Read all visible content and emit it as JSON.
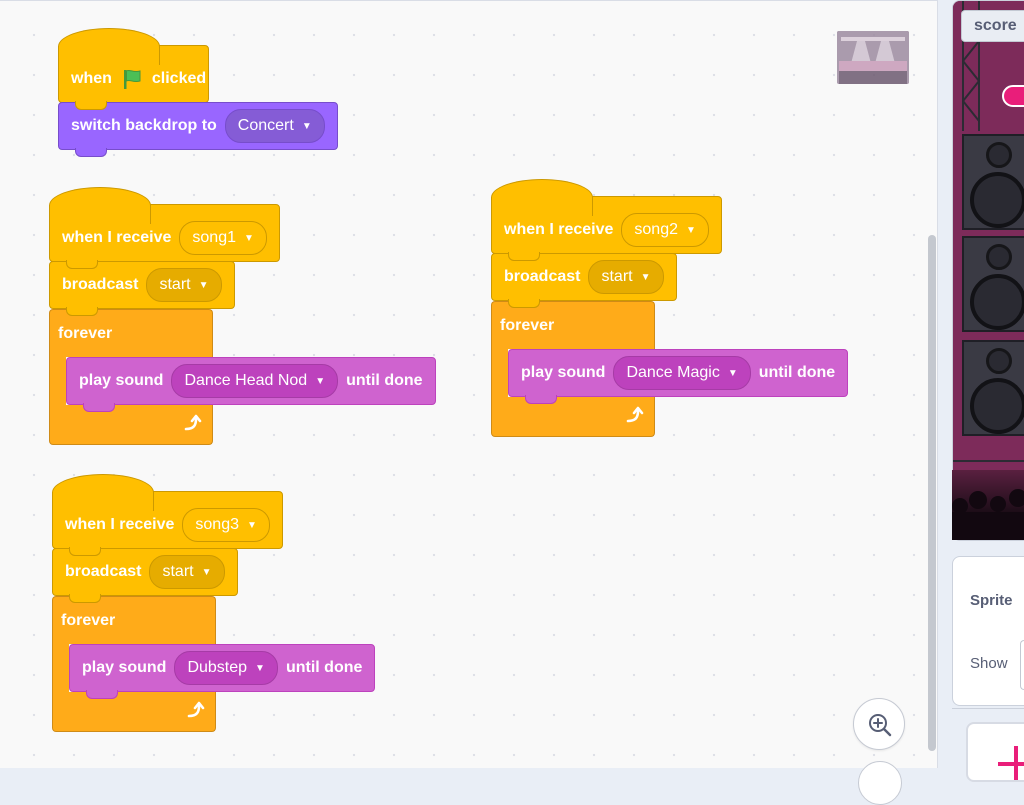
{
  "script1": {
    "hat_when": "when",
    "hat_clicked": "clicked",
    "switch_label": "switch backdrop to",
    "backdrop_value": "Concert"
  },
  "script2": {
    "receive_label": "when I receive",
    "receive_value": "song1",
    "broadcast_label": "broadcast",
    "broadcast_value": "start",
    "forever_label": "forever",
    "play_label": "play sound",
    "sound_value": "Dance Head Nod",
    "until_label": "until done"
  },
  "script3": {
    "receive_label": "when I receive",
    "receive_value": "song2",
    "broadcast_label": "broadcast",
    "broadcast_value": "start",
    "forever_label": "forever",
    "play_label": "play sound",
    "sound_value": "Dance Magic",
    "until_label": "until done"
  },
  "script4": {
    "receive_label": "when I receive",
    "receive_value": "song3",
    "broadcast_label": "broadcast",
    "broadcast_value": "start",
    "forever_label": "forever",
    "play_label": "play sound",
    "sound_value": "Dubstep",
    "until_label": "until done"
  },
  "stage": {
    "monitor_label": "score"
  },
  "sprite_panel": {
    "sprite_label": "Sprite",
    "show_label": "Show"
  },
  "colors": {
    "events": "#ffbf00",
    "looks": "#9966ff",
    "control": "#ffab19",
    "sound": "#cf63cf",
    "flag": "#4cbf56"
  },
  "icons": [
    "green-flag-icon",
    "dropdown-arrow-icon",
    "loop-arrow-icon",
    "zoom-in-icon"
  ]
}
